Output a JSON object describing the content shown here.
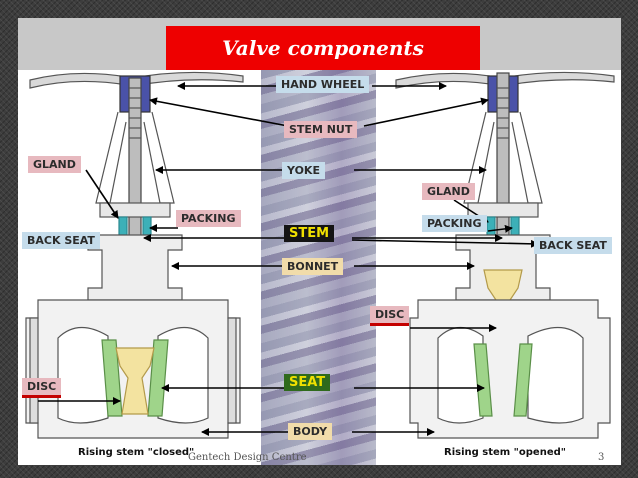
{
  "title": "Valve components",
  "labels": {
    "hand_wheel": "HAND WHEEL",
    "stem_nut": "STEM NUT",
    "yoke": "YOKE",
    "gland_left": "GLAND",
    "gland_right": "GLAND",
    "packing_left": "PACKING",
    "packing_right": "PACKING",
    "back_seat_left": "BACK SEAT",
    "back_seat_right": "BACK SEAT",
    "stem": "STEM",
    "bonnet": "BONNET",
    "disc_left": "DISC",
    "disc_right": "DISC",
    "seat": "SEAT",
    "body": "BODY"
  },
  "captions": {
    "left": "Rising stem \"closed\"",
    "right": "Rising stem \"opened\""
  },
  "footer": {
    "source": "Gentech Design Centre",
    "page_number": "3"
  },
  "colors": {
    "title_bg": "#ee0000",
    "label_blue": "#c5dceb",
    "label_pink": "#e7b9bf",
    "label_tan": "#f1dcaa",
    "stem_label_bg": "#141414",
    "seat_label_bg": "#2f6a1c",
    "label_highlight_text": "#f0e000",
    "packing_color": "#3cb0b8",
    "seat_ring_color": "#9fd48a",
    "disc_color": "#f3e3a0",
    "stem_nut_color": "#4a52a8"
  }
}
